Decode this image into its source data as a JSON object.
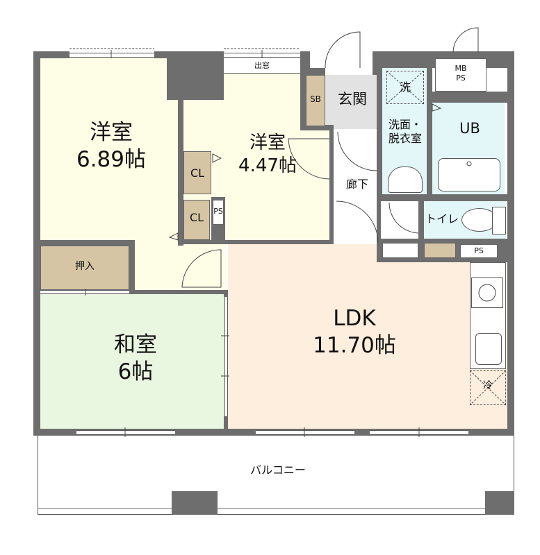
{
  "floorplan": {
    "title": "",
    "colors": {
      "wall": "#6e6e6e",
      "western_room": "#fefde6",
      "japanese_room": "#e9f6e0",
      "ldk": "#fdeedd",
      "wet_area": "#e4f7f8",
      "entrance": "#e2e2e2",
      "storage": "#d6c5a5",
      "hallway": "#ffffff"
    },
    "rooms": [
      {
        "id": "western1",
        "name": "洋室",
        "size": "6.89帖"
      },
      {
        "id": "western2",
        "name": "洋室",
        "size": "4.47帖"
      },
      {
        "id": "japanese",
        "name": "和室",
        "size": "6帖"
      },
      {
        "id": "ldk",
        "name": "LDK",
        "size": "11.70帖"
      },
      {
        "id": "entrance",
        "name": "玄関"
      },
      {
        "id": "hallway",
        "name": "廊下"
      },
      {
        "id": "washroom",
        "name_line1": "洗面・",
        "name_line2": "脱衣室"
      },
      {
        "id": "bath",
        "name": "UB"
      },
      {
        "id": "toilet",
        "name": "トイレ"
      },
      {
        "id": "balcony",
        "name": "バルコニー"
      }
    ],
    "storage": {
      "closet1": "CL",
      "closet2": "CL",
      "oshiire": "押入",
      "shoe_box": "SB",
      "ps_small": "PS",
      "ps_toilet": "PS",
      "mb_ps_line1": "MB",
      "mb_ps_line2": "PS"
    },
    "fixtures": {
      "washer_space": "洗",
      "fridge_space": "冷",
      "bay_window": "出窓"
    }
  }
}
